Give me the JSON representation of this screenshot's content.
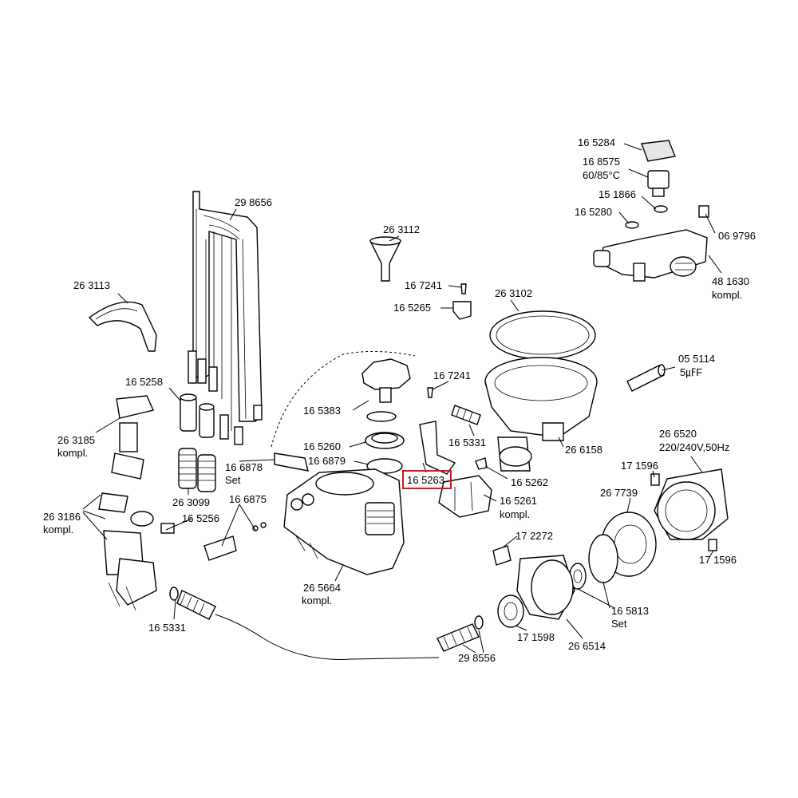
{
  "labels": {
    "p298656": "29 8656",
    "p263113": "26 3113",
    "p165258": "16 5258",
    "p263185a": "26 3185",
    "p263185b": "kompl.",
    "p263186a": "26 3186",
    "p263186b": "kompl.",
    "p263099": "26 3099",
    "p165256": "16 5256",
    "p166878a": "16 6878",
    "p166878b": "Set",
    "p166875": "16 6875",
    "p165331left": "16 5331",
    "p263112": "26 3112",
    "p167241top": "16 7241",
    "p165265": "16 5265",
    "p165383": "16 5383",
    "p165260": "16 5260",
    "p166879": "16 6879",
    "p167241mid": "16 7241",
    "p165331mid": "16 5331",
    "p165263": "16 5263",
    "p165262": "16 5262",
    "p165261a": "16 5261",
    "p165261b": "kompl.",
    "p265664a": "26 5664",
    "p265664b": "kompl.",
    "p263102": "26 3102",
    "p266158": "26 6158",
    "p165284": "16 5284",
    "p168575a": "16 8575",
    "p168575b": "60/85°C",
    "p151866": "15 1866",
    "p165280": "16 5280",
    "p069796": "06 9796",
    "p481630a": "48 1630",
    "p481630b": "kompl.",
    "p055114a": "05 5114",
    "p055114b": "5㎌F",
    "p266520a": "26 6520",
    "p266520b": "220/240V,50Hz",
    "p171596top": "17 1596",
    "p267739": "26 7739",
    "p171596bot": "17 1596",
    "p172272": "17 2272",
    "p165813a": "16 5813",
    "p165813b": "Set",
    "p171598": "17 1598",
    "p266514": "26 6514",
    "p298556": "29 8556"
  },
  "highlight": {
    "label": "16 5263",
    "color": "#e0101a"
  }
}
